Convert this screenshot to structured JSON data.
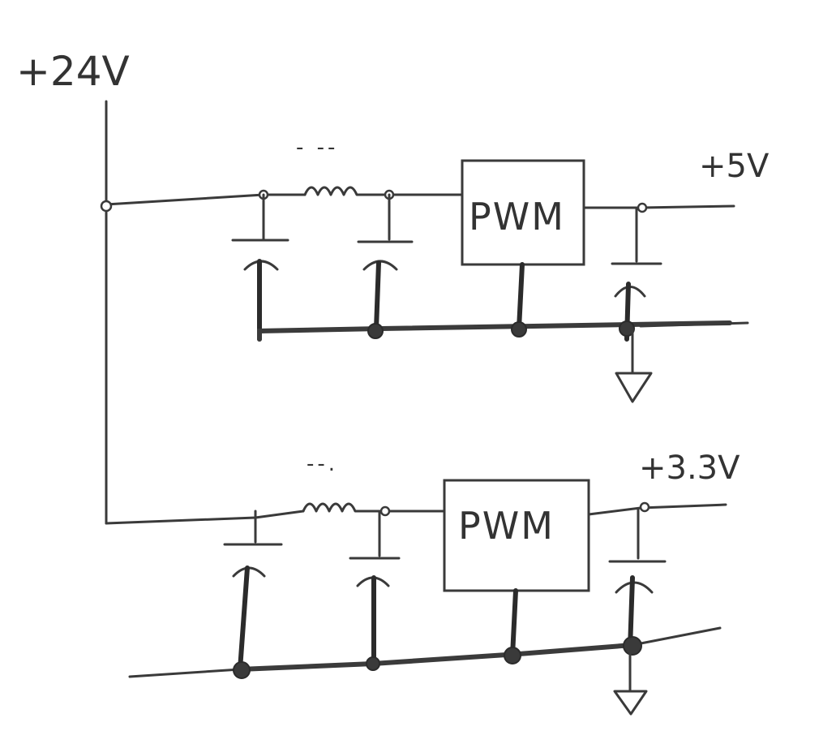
{
  "rail_label": "+24V",
  "stages": [
    {
      "block_label": "PWM",
      "output_label": "+5V",
      "inductor_note": "- --"
    },
    {
      "block_label": "PWM",
      "output_label": "+3.3V",
      "inductor_note": "--."
    }
  ]
}
